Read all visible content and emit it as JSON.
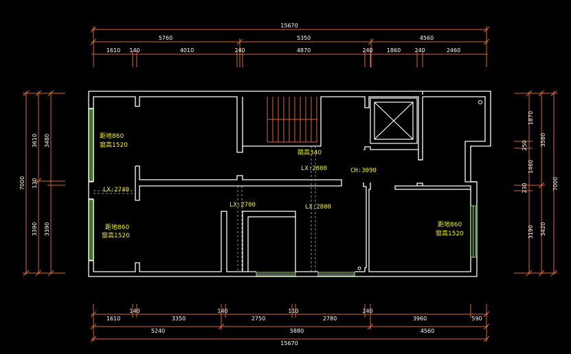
{
  "colors": {
    "background": "#000000",
    "wall": "#ffffff",
    "dimension": "#d9683a",
    "annotation": "#f2f22a",
    "window": "#9fe870",
    "stair": "#d9683a",
    "centerline": "#bbbbbb"
  },
  "top_dims": {
    "overall": "15670",
    "segments": [
      "5760",
      "5350",
      "4560"
    ],
    "details": [
      "1610",
      "140",
      "4010",
      "240",
      "4870",
      "240",
      "1860",
      "240",
      "2460"
    ]
  },
  "bottom_dims": {
    "details": [
      "1610",
      "140",
      "3350",
      "140",
      "2750",
      "110",
      "2780",
      "240",
      "3960",
      "590"
    ],
    "segments": [
      "5240",
      "5880",
      "4560"
    ],
    "overall": "15670"
  },
  "left_dims": {
    "overall": "7000",
    "segments": [
      "3480",
      "3390"
    ],
    "details": [
      "3610",
      "130",
      "3390"
    ]
  },
  "right_dims": {
    "overall": "7000",
    "segments": [
      "3580",
      "3420"
    ],
    "details": [
      "1870",
      "250",
      "1460",
      "230",
      "3190"
    ]
  },
  "annotations": {
    "win_top_left_sill": "距地860",
    "win_top_left_height": "窗高1520",
    "win_bottom_left_sill": "距地860",
    "win_bottom_left_height": "窗高1520",
    "win_right_sill": "距地860",
    "win_right_height": "窗高1520",
    "step_height": "踏高340",
    "lx_2800_a": "LX:2800",
    "lx_2800_b": "LX:2800",
    "lx_2700": "LX:2700",
    "lx_2740": "LX:2740",
    "ch_3090": "CH:3090"
  }
}
